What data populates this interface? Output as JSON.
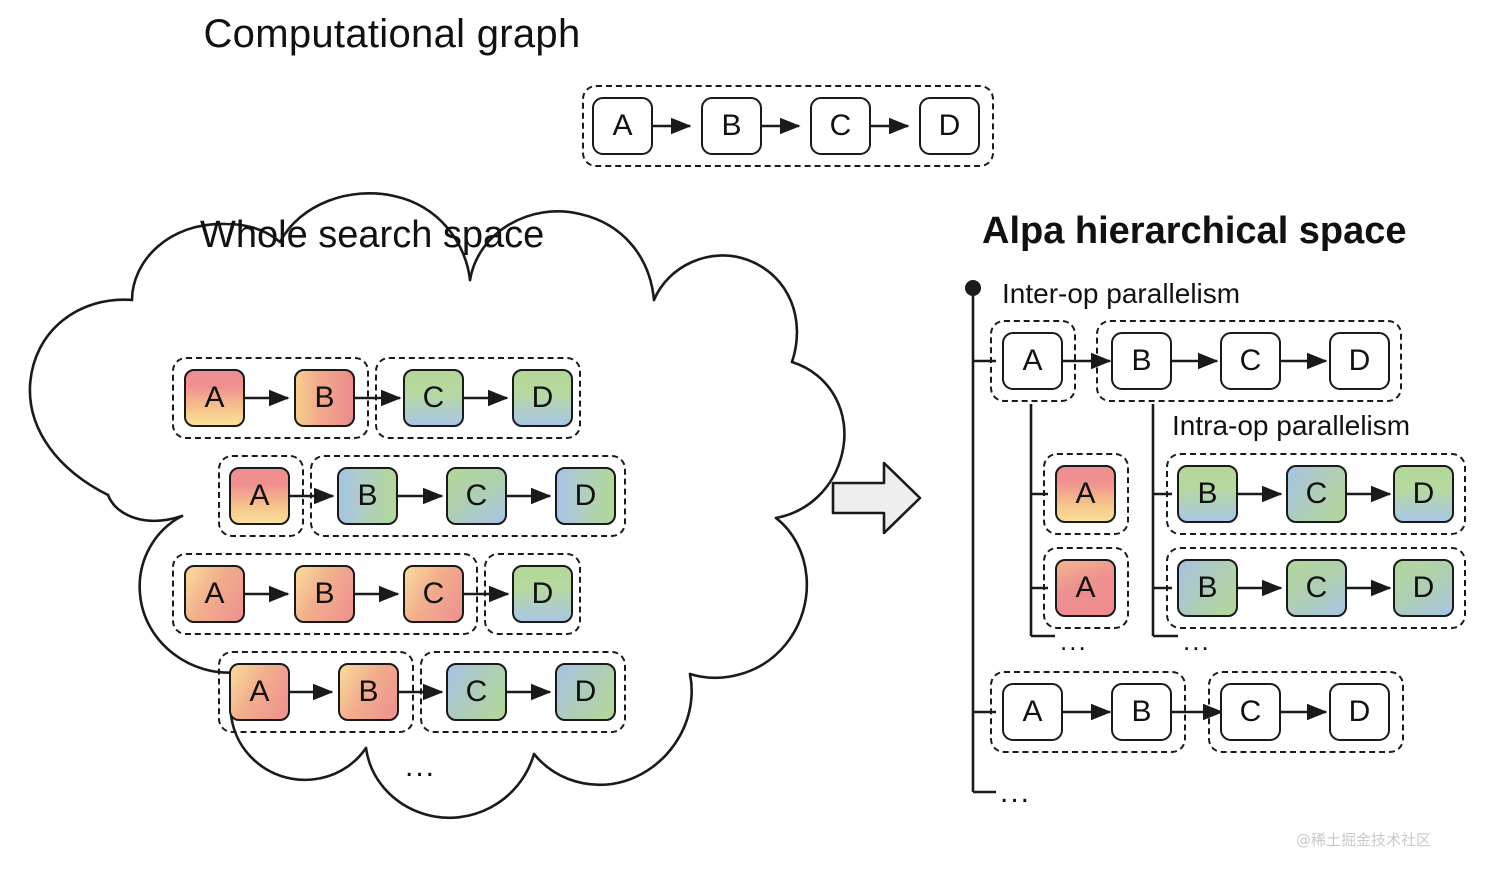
{
  "titles": {
    "computational_graph": "Computational graph",
    "whole_search_space": "Whole search space",
    "alpa_hierarchical_space": "Alpa hierarchical space"
  },
  "labels": {
    "inter_op": "Inter-op parallelism",
    "intra_op": "Intra-op parallelism",
    "ellipsis": "...",
    "watermark": "@稀土掘金技术社区"
  },
  "colors": {
    "stroke": "#1a1a1a",
    "background": "#ffffff",
    "node_pink": "#ee8e8e",
    "node_yellow": "#f8dd9a",
    "node_green": "#b3d898",
    "node_blue": "#a8c4e5",
    "arrow_fill": "#eeeeee",
    "watermark": "#c9c9c9"
  },
  "computational_graph": {
    "nodes": [
      "A",
      "B",
      "C",
      "D"
    ],
    "edges": [
      [
        "A",
        "B"
      ],
      [
        "B",
        "C"
      ],
      [
        "C",
        "D"
      ]
    ]
  },
  "whole_search_space": {
    "rows": [
      {
        "groups": [
          {
            "nodes": [
              {
                "label": "A",
                "fill": "pink-yellow-v"
              },
              {
                "label": "B",
                "fill": "yellow-pink-h"
              }
            ]
          },
          {
            "nodes": [
              {
                "label": "C",
                "fill": "green-blue-v"
              },
              {
                "label": "D",
                "fill": "green-blue-v"
              }
            ]
          }
        ]
      },
      {
        "groups": [
          {
            "nodes": [
              {
                "label": "A",
                "fill": "pink-yellow-v"
              }
            ]
          },
          {
            "nodes": [
              {
                "label": "B",
                "fill": "blue-green-h"
              },
              {
                "label": "C",
                "fill": "green-blue-d"
              },
              {
                "label": "D",
                "fill": "blue-green-h"
              }
            ]
          }
        ]
      },
      {
        "groups": [
          {
            "nodes": [
              {
                "label": "A",
                "fill": "yellow-pink-d"
              },
              {
                "label": "B",
                "fill": "yellow-pink-d"
              },
              {
                "label": "C",
                "fill": "yellow-pink-d"
              }
            ]
          },
          {
            "nodes": [
              {
                "label": "D",
                "fill": "green-blue-v"
              }
            ]
          }
        ]
      },
      {
        "groups": [
          {
            "nodes": [
              {
                "label": "A",
                "fill": "yellow-pink-d"
              },
              {
                "label": "B",
                "fill": "yellow-pink-d"
              }
            ]
          },
          {
            "nodes": [
              {
                "label": "C",
                "fill": "blue-green-d"
              },
              {
                "label": "D",
                "fill": "blue-green-d"
              }
            ]
          }
        ]
      }
    ],
    "more_indicator": "..."
  },
  "alpa_hierarchical_space": {
    "inter_op_row": {
      "groups": [
        {
          "nodes": [
            {
              "label": "A",
              "fill": "plain"
            }
          ]
        },
        {
          "nodes": [
            {
              "label": "B",
              "fill": "plain"
            },
            {
              "label": "C",
              "fill": "plain"
            },
            {
              "label": "D",
              "fill": "plain"
            }
          ]
        }
      ]
    },
    "intra_op_rows": [
      {
        "stage_group": {
          "nodes": [
            {
              "label": "A",
              "fill": "pink-yellow-v"
            }
          ]
        },
        "ops_group": {
          "nodes": [
            {
              "label": "B",
              "fill": "green-blue-v"
            },
            {
              "label": "C",
              "fill": "blue-green-d"
            },
            {
              "label": "D",
              "fill": "green-blue-v"
            }
          ]
        }
      },
      {
        "stage_group": {
          "nodes": [
            {
              "label": "A",
              "fill": "pink-flat"
            }
          ]
        },
        "ops_group": {
          "nodes": [
            {
              "label": "B",
              "fill": "blue-green-d"
            },
            {
              "label": "C",
              "fill": "green-blue-d"
            },
            {
              "label": "D",
              "fill": "green-blue-d"
            }
          ]
        }
      }
    ],
    "intra_more_left": "...",
    "intra_more_right": "...",
    "second_inter_op_row": {
      "groups": [
        {
          "nodes": [
            {
              "label": "A",
              "fill": "plain"
            },
            {
              "label": "B",
              "fill": "plain"
            }
          ]
        },
        {
          "nodes": [
            {
              "label": "C",
              "fill": "plain"
            },
            {
              "label": "D",
              "fill": "plain"
            }
          ]
        }
      ]
    },
    "root_more": "..."
  },
  "transform_arrow": {
    "name": "right-arrow"
  }
}
